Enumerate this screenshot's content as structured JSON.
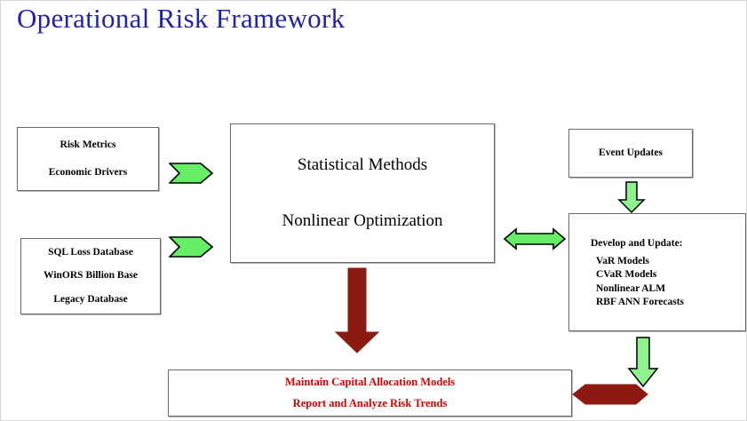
{
  "page": {
    "title": "Operational Risk Framework",
    "title_color": "#2222aa",
    "background": "#ffffff"
  },
  "colors": {
    "green_arrow_fill": "#66ee66",
    "green_arrow_stroke": "#000000",
    "red_arrow_fill": "#8b1a12",
    "red_text": "#dd0000",
    "box_border": "#6a6a6a",
    "title_blue": "#2222aa"
  },
  "boxes": {
    "inputs": {
      "name": "inputs-box",
      "lines": [
        "Risk Metrics",
        "Economic Drivers"
      ]
    },
    "databases": {
      "name": "databases-box",
      "lines": [
        "SQL Loss Database",
        "WinORS Billion Base",
        "Legacy Database"
      ]
    },
    "methods": {
      "name": "methods-box",
      "lines": [
        "Statistical Methods",
        "Nonlinear Optimization"
      ]
    },
    "events": {
      "name": "events-box",
      "lines": [
        "Event Updates"
      ]
    },
    "develop": {
      "name": "develop-box",
      "header": "Develop and Update:",
      "items": [
        "VaR Models",
        "CVaR Models",
        "Nonlinear ALM",
        "RBF ANN Forecasts"
      ]
    },
    "maintain": {
      "name": "maintain-box",
      "lines": [
        "Maintain Capital Allocation Models",
        "Report and Analyze Risk Trends"
      ]
    }
  },
  "arrows": [
    {
      "id": "arrow-inputs-to-methods",
      "icon": "chevron-right-arrow-icon",
      "color": "#66ee66",
      "direction": "right"
    },
    {
      "id": "arrow-databases-to-methods",
      "icon": "chevron-right-arrow-icon",
      "color": "#66ee66",
      "direction": "right"
    },
    {
      "id": "arrow-methods-to-develop",
      "icon": "double-headed-arrow-icon",
      "color": "#66ee66",
      "direction": "both"
    },
    {
      "id": "arrow-events-to-develop",
      "icon": "arrow-down-icon",
      "color": "#66ee66",
      "direction": "down"
    },
    {
      "id": "arrow-develop-to-maintain",
      "icon": "arrow-down-icon",
      "color": "#66ee66",
      "direction": "down"
    },
    {
      "id": "arrow-methods-to-maintain",
      "icon": "arrow-down-icon",
      "color": "#8b1a12",
      "direction": "down"
    },
    {
      "id": "arrow-right-to-maintain",
      "icon": "chevron-left-arrow-icon",
      "color": "#8b1a12",
      "direction": "left"
    }
  ]
}
